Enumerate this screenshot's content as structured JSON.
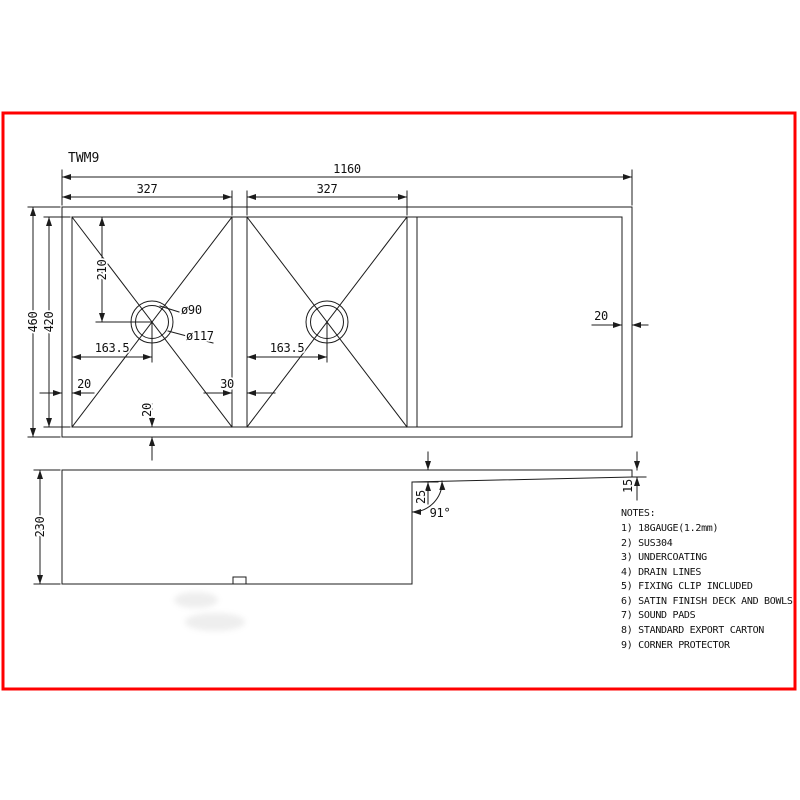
{
  "title": "TWM9",
  "colors": {
    "frame": "#ff0000",
    "line": "#1c1c1c",
    "background": "#ffffff"
  },
  "dims": {
    "overall_width": "1160",
    "bowl1_width": "327",
    "bowl2_width": "327",
    "overall_depth": "460",
    "inner_depth": "420",
    "drain_center_from_top": "210",
    "bowl1_drain_from_left": "163.5",
    "bowl2_drain_from_left": "163.5",
    "left_rim": "20",
    "bottom_rim": "20",
    "right_rim": "20",
    "divider_width": "30",
    "drain_hole_dia": "ø90",
    "drain_flange_dia": "ø117",
    "bowl_depth": "230",
    "drainer_step": "25",
    "drainer_angle": "91°",
    "drainer_edge_depth": "15"
  },
  "notes": {
    "heading": "NOTES:",
    "items": [
      "1) 18GAUGE(1.2mm)",
      "2) SUS304",
      "3) UNDERCOATING",
      "4) DRAIN LINES",
      "5) FIXING CLIP INCLUDED",
      "6) SATIN FINISH DECK AND BOWLS",
      "7) SOUND PADS",
      "8) STANDARD EXPORT CARTON",
      "9) CORNER PROTECTOR"
    ]
  }
}
